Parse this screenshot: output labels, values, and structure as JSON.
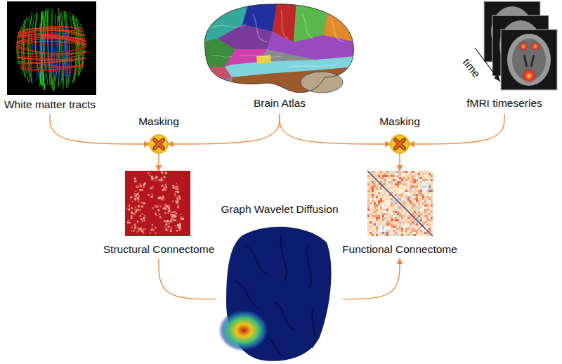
{
  "diagram": {
    "nodes": [
      {
        "text": [
          "White matter tracts"
        ]
      },
      {
        "text": [
          "Brain Atlas"
        ]
      },
      {
        "text": [
          "time",
          "fMRI timeseries"
        ]
      },
      {
        "text": [
          "Masking"
        ]
      },
      {
        "text": [
          "Masking"
        ]
      },
      {
        "text": [
          "Structural Connectome"
        ]
      },
      {
        "text": [
          "Functional Connectome"
        ]
      },
      {
        "text": [
          "Graph Wavelet Diffusion"
        ]
      }
    ],
    "edges": [
      {
        "from": 0,
        "to": 3,
        "arrow": "to"
      },
      {
        "from": 1,
        "to": 3,
        "arrow": "to"
      },
      {
        "from": 1,
        "to": 4,
        "arrow": "to"
      },
      {
        "from": 2,
        "to": 4,
        "arrow": "to"
      },
      {
        "from": 3,
        "to": 5,
        "arrow": "to"
      },
      {
        "from": 4,
        "to": 6,
        "arrow": "to"
      },
      {
        "from": 5,
        "to": 7,
        "arrow": "none"
      },
      {
        "from": 7,
        "to": 6,
        "arrow": "to"
      }
    ]
  }
}
